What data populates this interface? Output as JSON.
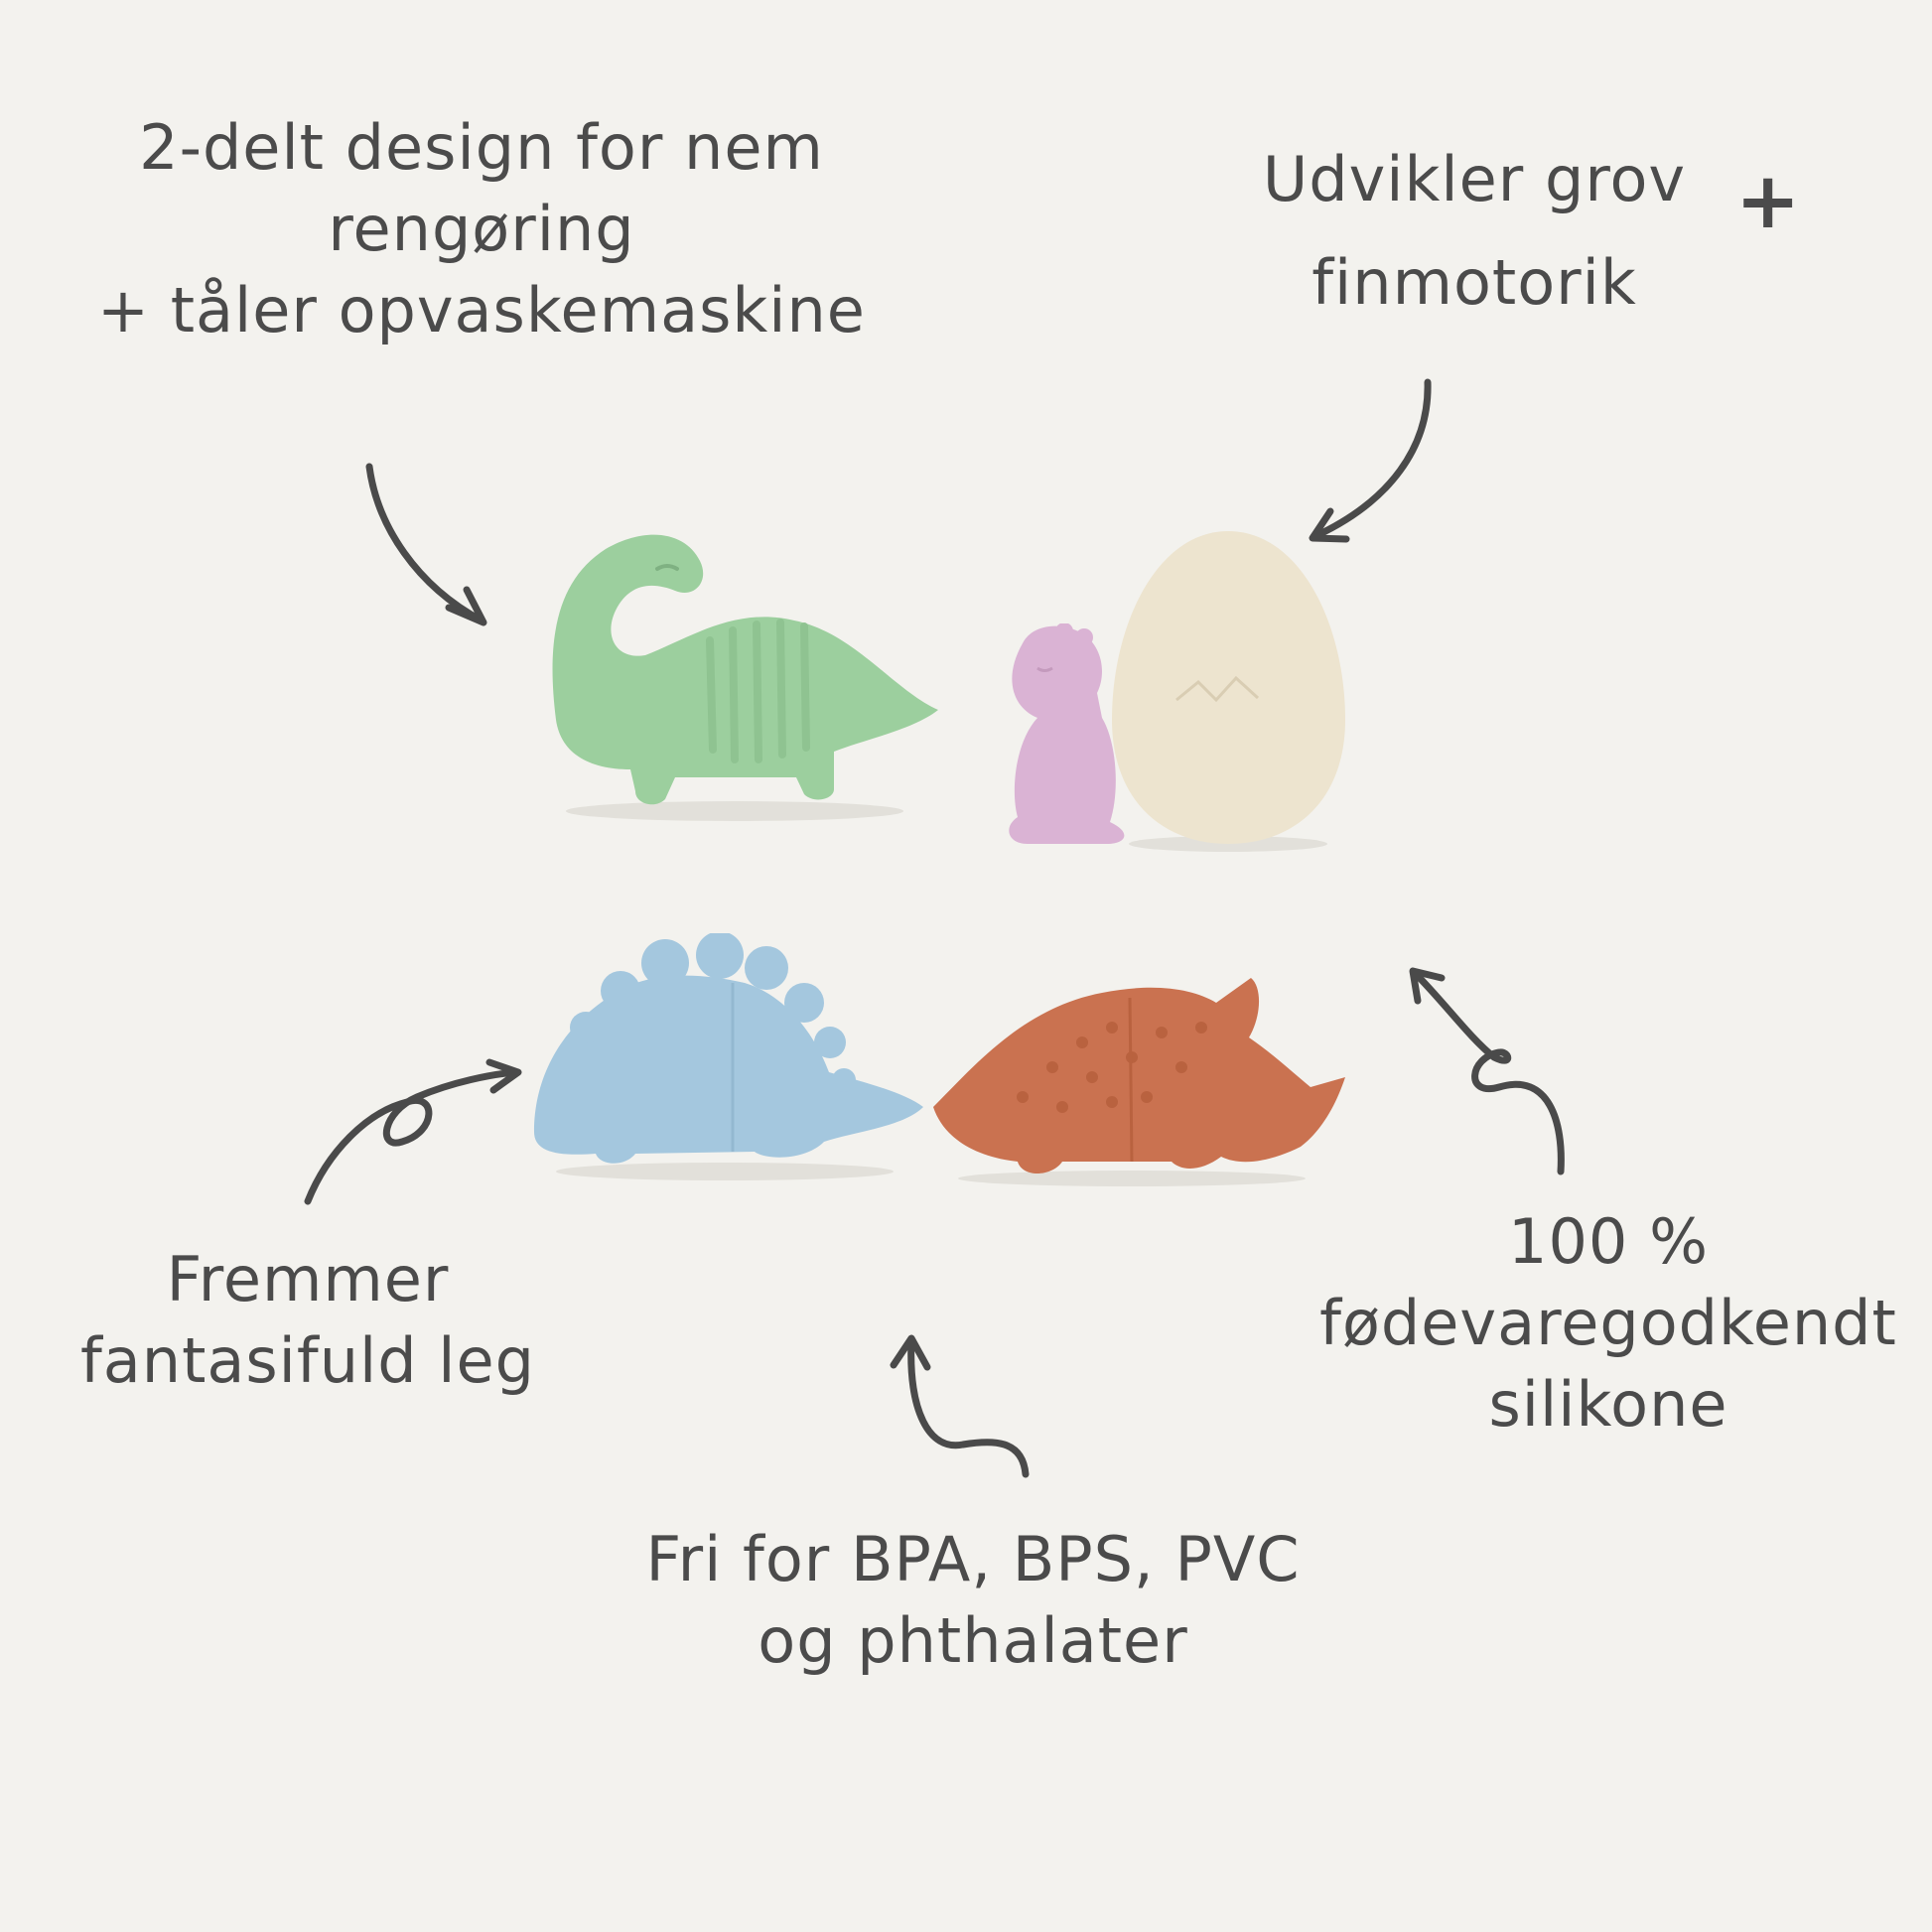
{
  "features": {
    "cleaning": {
      "line1": "2-delt design for nem",
      "line2": "rengøring",
      "line3": "+ tåler opvaskemaskine"
    },
    "motor_skills": {
      "line1": "Udvikler grov",
      "plus": "+",
      "line2": "finmotorik"
    },
    "imagination": {
      "line1": "Fremmer",
      "line2": "fantasifuld leg"
    },
    "food_grade": {
      "line1": "100 %",
      "line2": "fødevaregodkendt",
      "line3": "silikone"
    },
    "free_from": {
      "line1": "Fri for BPA, BPS, PVC",
      "line2": "og phthalater"
    }
  },
  "colors": {
    "background": "#f3f2ee",
    "text": "#4b4b4b",
    "green_dino": "#9cce9d",
    "pink_dino": "#d9b2d3",
    "egg": "#ece2cc",
    "blue_dino": "#a3c6dd",
    "orange_dino": "#c9714f"
  },
  "icons": [
    "green-brontosaurus-toy",
    "pink-baby-dino-toy",
    "cream-egg-toy",
    "blue-stegosaurus-toy",
    "orange-triceratops-toy"
  ]
}
